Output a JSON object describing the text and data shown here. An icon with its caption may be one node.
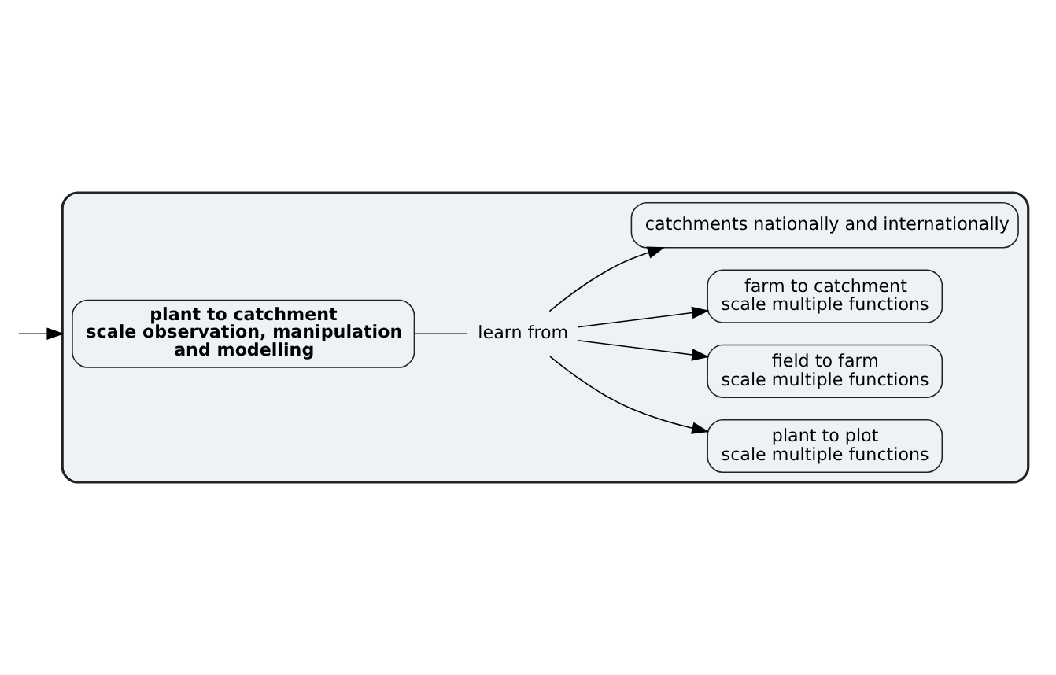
{
  "diagram": {
    "nodes": [
      {
        "text": [],
        "shape": "box"
      },
      {
        "text": [
          "plant to catchment scale observation, manipulation and modelling"
        ],
        "in": 0
      },
      {
        "text": [
          "plant to plot scale multiple functions"
        ],
        "in": 0
      },
      {
        "text": [
          "field to farm scale multiple functions"
        ],
        "in": 0
      },
      {
        "text": [
          "learn from"
        ],
        "in": 0
      },
      {
        "text": [
          "farm to catchment scale multiple functions"
        ],
        "in": 0
      },
      {
        "text": [
          "catchments nationally and internationally"
        ],
        "in": 0
      }
    ],
    "edges": [
      {
        "from": null,
        "to": 0,
        "arrow": "to"
      },
      {
        "from": 1,
        "to": 4,
        "arrow": "none"
      },
      {
        "from": 4,
        "to": 2,
        "arrow": "to"
      },
      {
        "from": 4,
        "to": 3,
        "arrow": "to"
      },
      {
        "from": 4,
        "to": 5,
        "arrow": "to"
      },
      {
        "from": 4,
        "to": 6,
        "arrow": "to"
      }
    ]
  }
}
